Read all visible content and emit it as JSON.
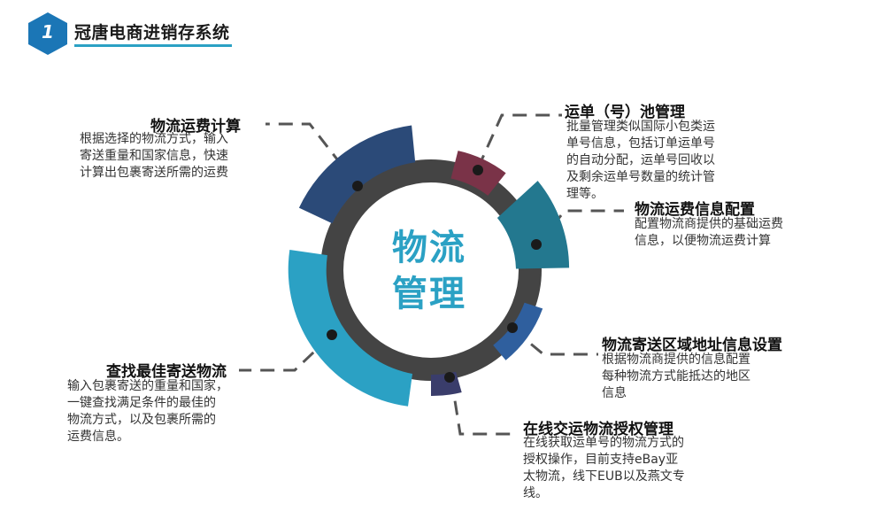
{
  "header": {
    "number": "1",
    "title": "冠唐电商进销存系统"
  },
  "colors": {
    "accent": "#2ba1c4",
    "hex_badge": "#1b76b6",
    "ring": "#444444",
    "seg_freight_calc": "#2b4a78",
    "seg_waybill_pool": "#7a3348",
    "seg_freight_config": "#23788f",
    "seg_region_address": "#2f5f9e",
    "seg_online_auth": "#3a3d6b",
    "seg_best_search": "#2ba1c4"
  },
  "center": {
    "line1": "物流",
    "line2": "管理"
  },
  "items": {
    "freight_calc": {
      "title": "物流运费计算",
      "desc": [
        "根据选择的物流方式，输入",
        "寄送重量和国家信息，快速",
        "计算出包裹寄送所需的运费"
      ]
    },
    "waybill_pool": {
      "title": "运单（号）池管理",
      "desc": [
        "批量管理类似国际小包类运",
        "单号信息，包括订单运单号",
        "的自动分配，运单号回收以",
        "及剩余运单号数量的统计管",
        "理等。"
      ]
    },
    "freight_config": {
      "title": "物流运费信息配置",
      "desc": [
        "配置物流商提供的基础运费",
        "信息，以便物流运费计算"
      ]
    },
    "region_address": {
      "title": "物流寄送区域地址信息设置",
      "desc": [
        "根据物流商提供的信息配置",
        "每种物流方式能抵达的地区",
        "信息"
      ]
    },
    "online_auth": {
      "title": "在线交运物流授权管理",
      "desc": [
        "在线获取运单号的物流方式的",
        "授权操作，目前支持eBay亚",
        "太物流，线下EUB以及燕文专",
        "线。"
      ]
    },
    "best_search": {
      "title": "查找最佳寄送物流",
      "desc": [
        "输入包裹寄送的重量和国家，",
        "一键查找满足条件的最佳的",
        "物流方式，以及包裹所需的",
        "运费信息。"
      ]
    }
  }
}
